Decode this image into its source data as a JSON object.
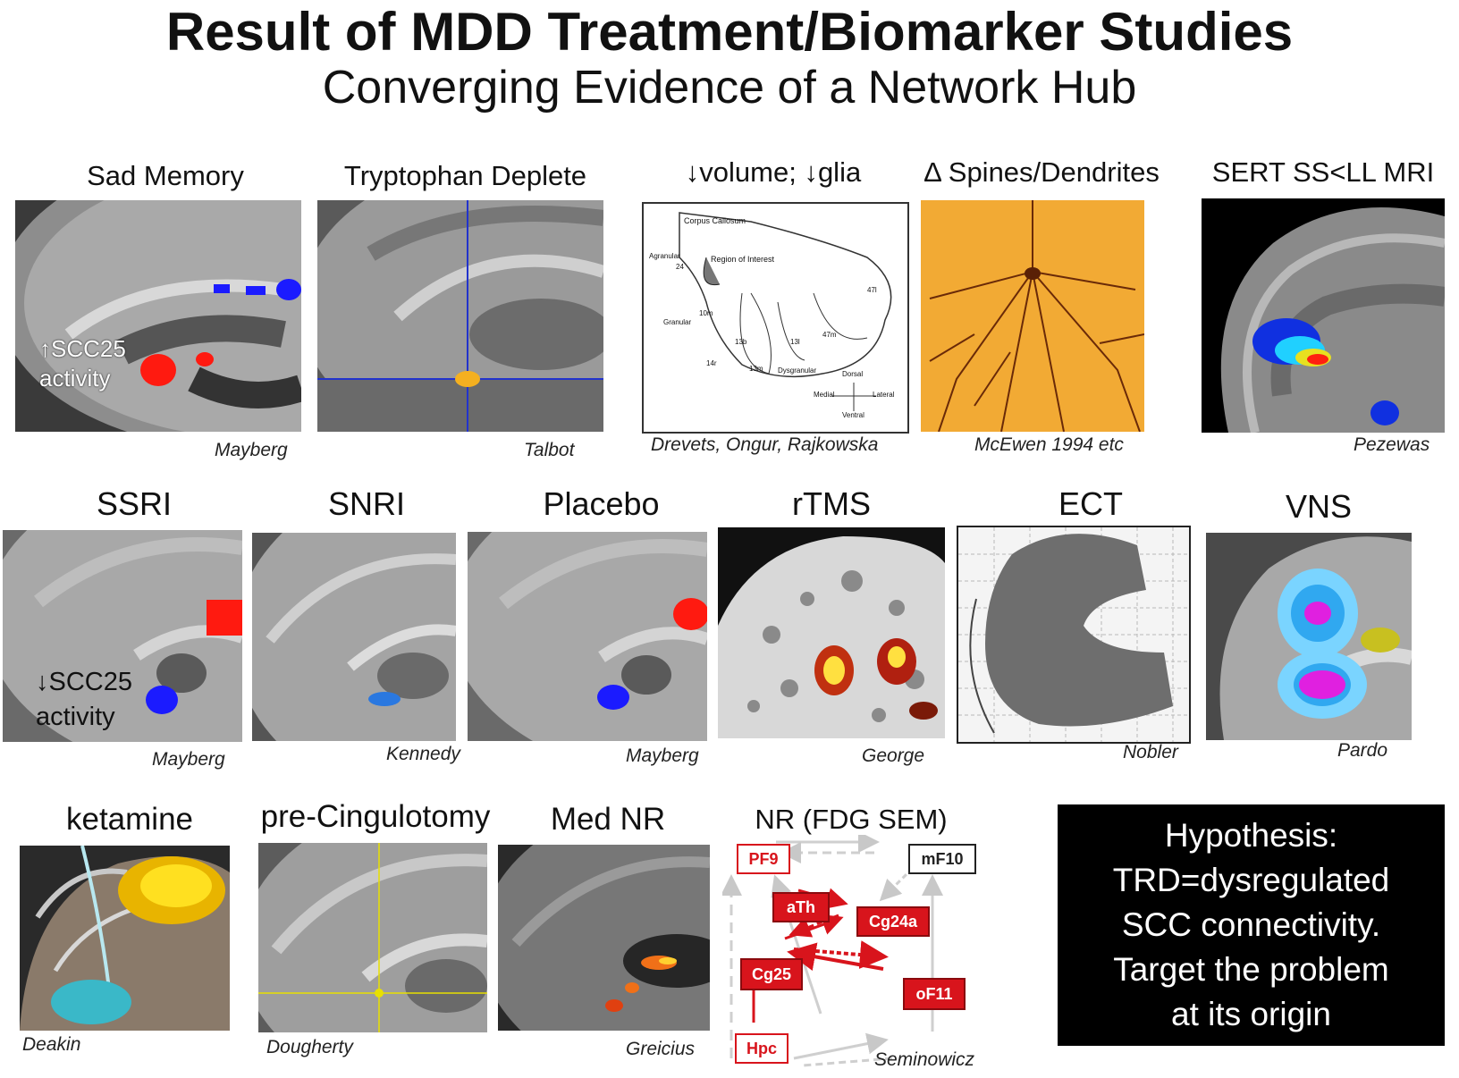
{
  "title": "Result of MDD Treatment/Biomarker Studies",
  "subtitle": "Converging Evidence of a Network Hub",
  "row1": [
    {
      "title": "Sad Memory",
      "credit": "Mayberg",
      "overlay_line1": "↑SCC25",
      "overlay_line2": "activity"
    },
    {
      "title": "Tryptophan Deplete",
      "credit": "Talbot"
    },
    {
      "title": "↓volume; ↓glia",
      "credit": "Drevets, Ongur, Rajkowska",
      "diagram_labels": {
        "corpus": "Corpus Callosum",
        "roi": "Region of Interest",
        "agranular": "Agranular",
        "a24": "24",
        "granular": "Granular",
        "a10m": "10m",
        "a13b": "13b",
        "a14r": "14r",
        "a13m": "13m",
        "a13l": "13l",
        "a47m": "47m",
        "a47l": "47l",
        "dysgranular": "Dysgranular",
        "dorsal": "Dorsal",
        "medial": "Medial",
        "lateral": "Lateral",
        "ventral": "Ventral"
      }
    },
    {
      "title": "Δ Spines/Dendrites",
      "credit": "McEwen 1994 etc"
    },
    {
      "title": "SERT SS<LL MRI",
      "credit": "Pezewas"
    }
  ],
  "row2": [
    {
      "title": "SSRI",
      "credit": "Mayberg",
      "overlay_line1": "↓SCC25",
      "overlay_line2": "activity"
    },
    {
      "title": "SNRI",
      "credit": "Kennedy"
    },
    {
      "title": "Placebo",
      "credit": "Mayberg"
    },
    {
      "title": "rTMS",
      "credit": "George"
    },
    {
      "title": "ECT",
      "credit": "Nobler"
    },
    {
      "title": "VNS",
      "credit": "Pardo"
    }
  ],
  "row3": [
    {
      "title": "ketamine",
      "credit": "Deakin"
    },
    {
      "title": "pre-Cingulotomy",
      "credit": "Dougherty"
    },
    {
      "title": "Med NR",
      "credit": "Greicius"
    },
    {
      "title": "NR (FDG SEM)",
      "credit": "Seminowicz",
      "nodes": {
        "pf9": "PF9",
        "mf10": "mF10",
        "ath": "aTh",
        "cg24a": "Cg24a",
        "cg25": "Cg25",
        "of11": "oF11",
        "hpc": "Hpc"
      }
    }
  ],
  "hypothesis": {
    "line1": "Hypothesis:",
    "line2": "TRD=dysregulated",
    "line3": "SCC connectivity.",
    "line4": "Target the problem",
    "line5": "at its origin"
  },
  "colors": {
    "blob_red": "#ff1a10",
    "blob_blue": "#1b1bff",
    "crosshair_blue": "#2233cc",
    "crosshair_yellow": "#e8e000",
    "node_red": "#d8141c"
  }
}
